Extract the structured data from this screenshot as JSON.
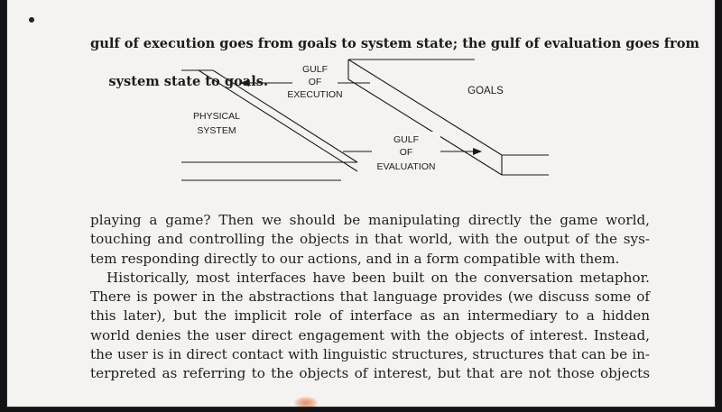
{
  "top_text": {
    "line1": "gulf of execution goes from goals to system state; the gulf of evaluation goes from",
    "line2": "system state to goals."
  },
  "diagram": {
    "gulf_exec": [
      "GULF",
      "OF",
      "EXECUTION"
    ],
    "gulf_eval": [
      "GULF",
      "OF",
      "EVALUATION"
    ],
    "physical": [
      "PHYSICAL",
      "SYSTEM"
    ],
    "goals": "GOALS"
  },
  "body_lines": [
    "playing a game? Then we should be manipulating directly the game world,",
    "touching and controlling the objects in that world, with the output of the sys-",
    "tem responding directly to our actions, and in a form compatible with them.",
    "Historically, most interfaces have been built on the conversation metaphor.",
    "There is power in the abstractions that language provides (we discuss some of",
    "this later), but the implicit role of interface as an intermediary to a hidden",
    "world denies the user direct engagement with the objects of interest. Instead,",
    "the user is in direct contact with linguistic structures, structures that can be in-",
    "terpreted as referring to the objects of interest, but that are not those objects"
  ]
}
